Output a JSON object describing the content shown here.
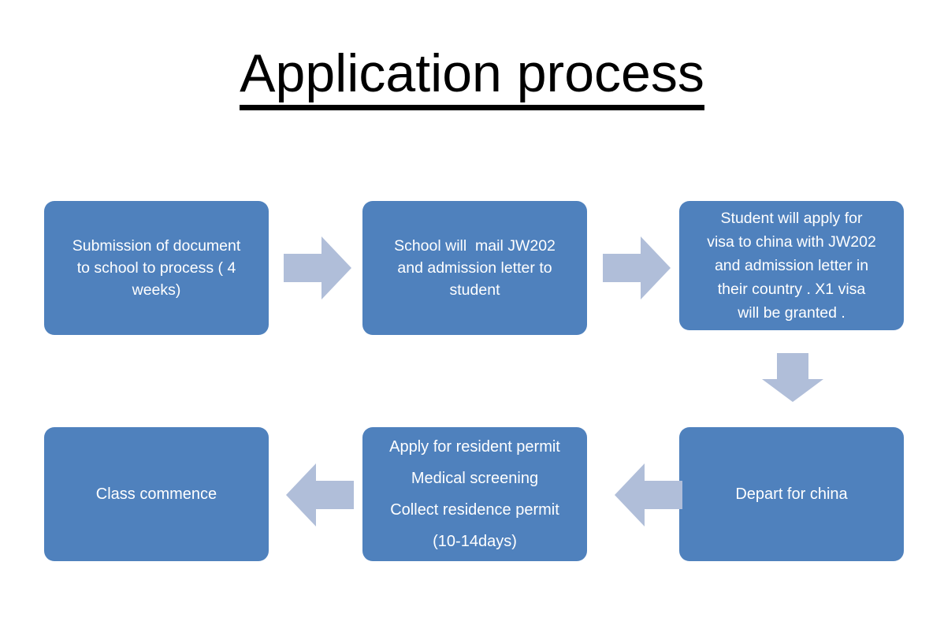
{
  "slide": {
    "title": "Application process",
    "background_color": "#ffffff",
    "box_color": "#4f81bd",
    "box_text_color": "#ffffff",
    "arrow_color": "#b0bed9",
    "title_color": "#000000"
  },
  "steps": [
    {
      "id": "submission",
      "lines": [
        "Submission of document",
        "to school to process ( 4",
        "weeks)"
      ],
      "text": "Submission of document to school to process ( 4 weeks)"
    },
    {
      "id": "school-mail",
      "lines": [
        "School will  mail JW202",
        "and admission letter to",
        "student"
      ],
      "text": "School will  mail JW202 and admission letter to student"
    },
    {
      "id": "visa",
      "lines": [
        "Student will apply for",
        "visa to china with JW202",
        "and admission letter in",
        "their country . X1 visa",
        "will be granted ."
      ],
      "text": "Student will apply for visa to china with JW202 and admission letter in their country . X1 visa will be granted ."
    },
    {
      "id": "depart",
      "lines": [
        "Depart for china"
      ],
      "text": "Depart for china"
    },
    {
      "id": "permit",
      "lines": [
        "Apply for resident permit",
        "Medical screening",
        "Collect residence permit",
        "(10-14days)"
      ],
      "text": "Apply for resident permit Medical screening Collect residence permit (10-14days)"
    },
    {
      "id": "class",
      "lines": [
        "Class commence"
      ],
      "text": "Class commence"
    }
  ],
  "arrows": [
    {
      "id": "submission-to-school-mail",
      "direction": "right"
    },
    {
      "id": "school-mail-to-visa",
      "direction": "right"
    },
    {
      "id": "visa-to-depart",
      "direction": "down"
    },
    {
      "id": "depart-to-permit",
      "direction": "left"
    },
    {
      "id": "permit-to-class",
      "direction": "left"
    }
  ]
}
